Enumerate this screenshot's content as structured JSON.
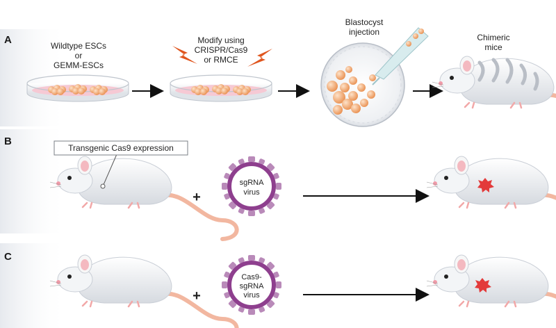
{
  "panels": {
    "a": {
      "label": "A",
      "esc_caption": [
        "Wildtype ESCs",
        "or",
        "GEMM-ESCs"
      ],
      "modify_caption": [
        "Modify using",
        "CRISPR/Cas9",
        "or RMCE"
      ],
      "injection_caption": [
        "Blastocyst",
        "injection"
      ],
      "chimera_caption": [
        "Chimeric",
        "mice"
      ]
    },
    "b": {
      "label": "B",
      "callout": "Transgenic Cas9 expression",
      "plus": "+",
      "virus_label": [
        "sgRNA",
        "virus"
      ]
    },
    "c": {
      "label": "C",
      "plus": "+",
      "virus_label": [
        "Cas9-",
        "sgRNA",
        "virus"
      ]
    }
  },
  "colors": {
    "virus_ring": "#8e3f8e",
    "virus_spike": "#b98ab9",
    "lightning": "#e0561f",
    "cells": "#f0a36a",
    "tumor": "#e33a3a",
    "mouse_body": "#eceef1",
    "tail": "#f2b7a0",
    "dish_medium": "#f6c9d4"
  },
  "icons": [
    "petri-dish-icon",
    "lightning-icon",
    "blastocyst-icon",
    "pipette-icon",
    "mouse-icon",
    "virus-icon",
    "arrow-icon",
    "tumor-icon"
  ]
}
